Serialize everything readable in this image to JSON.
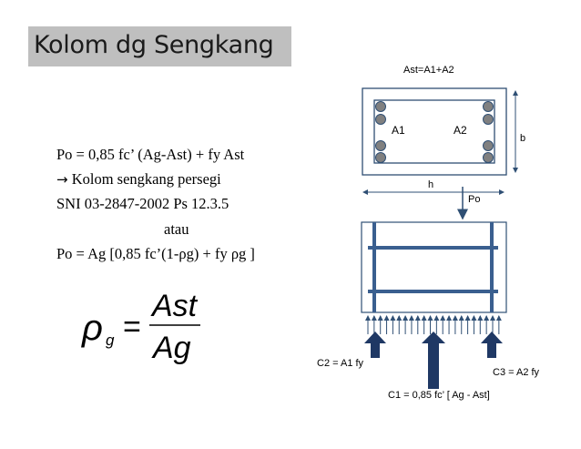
{
  "slide": {
    "title": "Kolom dg Sengkang"
  },
  "formulas": {
    "line1": "Po = 0,85 fc’ (Ag-Ast) + fy Ast",
    "line2_arrow": "→",
    "line2_text": "Kolom sengkang persegi",
    "line3": "SNI 03-2847-2002 Ps 12.3.5",
    "line4": "atau",
    "line5": "Po = Ag [0,85 fc’(1-ρg) + fy ρg ]",
    "ratio": {
      "symbol": "ρ",
      "subscript": "g",
      "equals": "=",
      "numerator": "Ast",
      "denominator": "Ag"
    }
  },
  "section_diagram": {
    "area_label": "Ast=A1+A2",
    "a1_label": "A1",
    "a2_label": "A2",
    "width_label": "b",
    "depth_label": "h"
  },
  "elevation_diagram": {
    "load_label": "Po",
    "c2_label": "C2 = A1 fy",
    "c3_label": "C3 = A2 fy",
    "c1_label": "C1 = 0,85 fc’ [ Ag - Ast]"
  },
  "colors": {
    "title_bg": "#bfbfbf",
    "rebar": "#3a5f8f",
    "bar_fill": "#808080",
    "load_arrow": "#1f3864",
    "outline": "#2f4f74"
  }
}
